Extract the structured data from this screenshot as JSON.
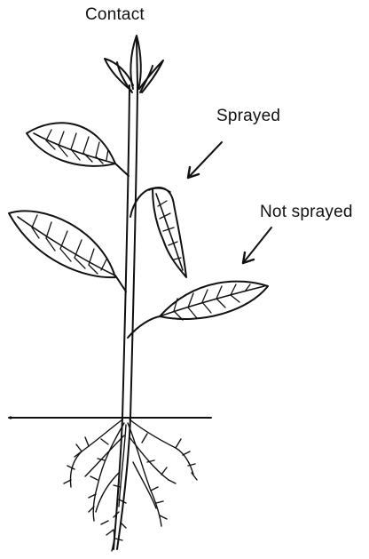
{
  "diagram": {
    "title": "Contact",
    "labels": {
      "sprayed": "Sprayed",
      "not_sprayed": "Not sprayed"
    }
  },
  "colors": {
    "ink": "#111111",
    "background": "#ffffff"
  }
}
